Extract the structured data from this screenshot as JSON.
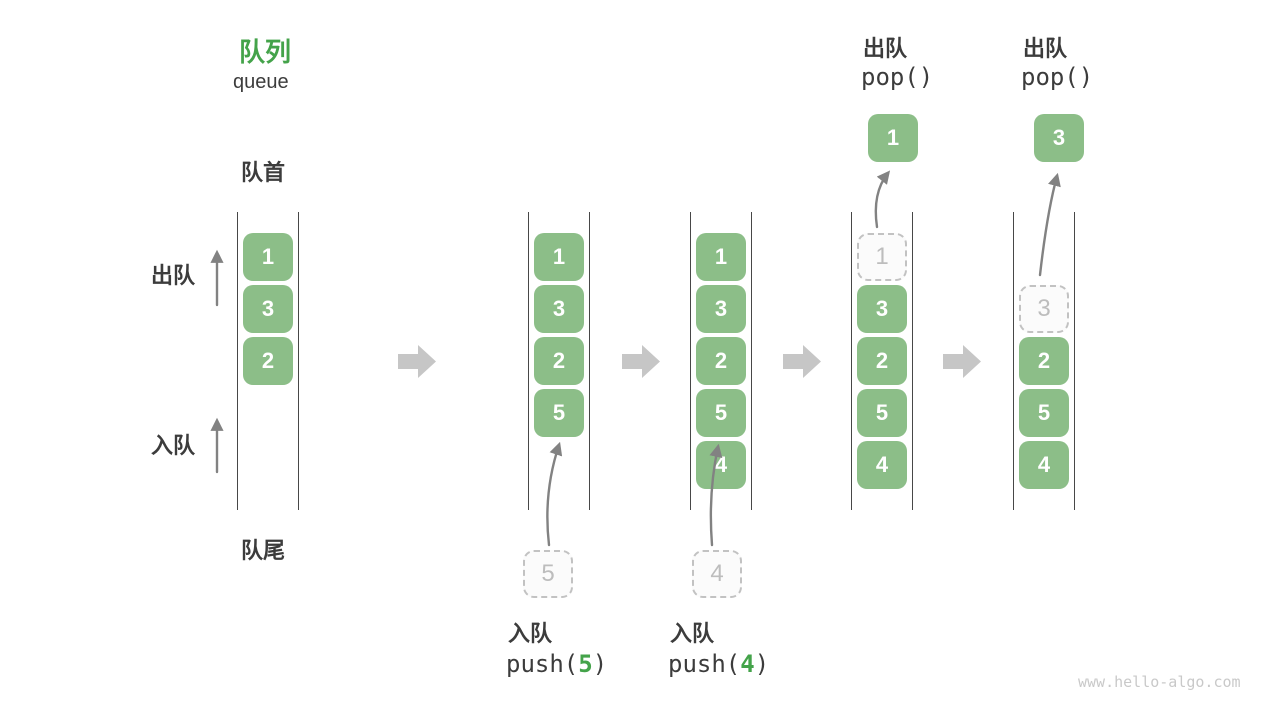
{
  "title": {
    "zh": "队列",
    "en": "queue"
  },
  "side_labels": {
    "front": "队首",
    "rear": "队尾",
    "dequeue": "出队",
    "enqueue": "入队"
  },
  "stages": [
    {
      "slots": [
        "1",
        "3",
        "2"
      ]
    },
    {
      "slots": [
        "1",
        "3",
        "2",
        "5"
      ],
      "incoming": "5"
    },
    {
      "slots": [
        "1",
        "3",
        "2",
        "5",
        "4"
      ],
      "incoming": "4"
    },
    {
      "ghost": "1",
      "slots": [
        "3",
        "2",
        "5",
        "4"
      ],
      "popped": "1"
    },
    {
      "ghost": "3",
      "slots": [
        "2",
        "5",
        "4"
      ],
      "popped": "3"
    }
  ],
  "operations": {
    "push5": {
      "label": "入队",
      "fn_open": "push(",
      "arg": "5",
      "fn_close": ")"
    },
    "push4": {
      "label": "入队",
      "fn_open": "push(",
      "arg": "4",
      "fn_close": ")"
    },
    "pop_a": {
      "label": "出队",
      "code": "pop()"
    },
    "pop_b": {
      "label": "出队",
      "code": "pop()"
    }
  },
  "watermark": "www.hello-algo.com",
  "colors": {
    "box_green": "#8CBE88",
    "title_green": "#44A34A",
    "text_dark": "#3C3C3C",
    "block_arrow_gray": "#C6C6C6",
    "thin_arrow_gray": "#828282",
    "dashed_border_gray": "#C2C2C2",
    "ghost_text_gray": "#BDBDBD",
    "wall_dark": "#474747",
    "watermark_gray": "#C9C9C9"
  }
}
